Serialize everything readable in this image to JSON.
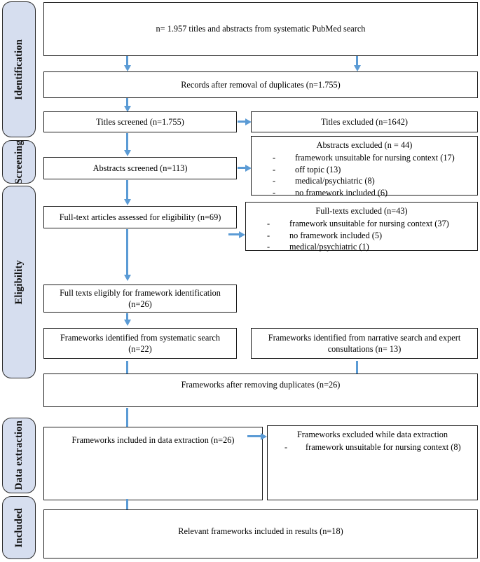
{
  "diagram": {
    "title": "PRISMA flow diagram of framework identification",
    "accent_color": "#5B9BD5",
    "stage_fill_color": "#D6DEEF",
    "box_border_color": "#1c1c1c"
  },
  "stages": [
    {
      "label": "Identification"
    },
    {
      "label": "Screening"
    },
    {
      "label": "Eligibility"
    },
    {
      "label": "Data extraction"
    },
    {
      "label": "Included"
    }
  ],
  "boxes": {
    "identification_records": {
      "text": "n= 1.957 titles and abstracts from systematic PubMed search"
    },
    "after_duplicates": {
      "text": "Records after removal of duplicates (n=1.755)"
    },
    "titles_screened": {
      "text": "Titles screened (n=1.755)"
    },
    "titles_excluded": {
      "text": "Titles excluded (n=1642)"
    },
    "abstracts_screened": {
      "text": "Abstracts screened (n=113)"
    },
    "abstracts_excluded": {
      "title": "Abstracts excluded (n = 44)",
      "reasons": [
        "framework unsuitable for nursing context (17)",
        "off topic (13)",
        "medical/psychiatric (8)",
        "no framework included (6)",
        ""
      ]
    },
    "fulltext_assessed": {
      "text": "Full-text articles assessed for eligibility (n=69)"
    },
    "fulltext_excluded": {
      "title": "Full-texts excluded (n=43)",
      "reasons": [
        "framework unsuitable for nursing context (37)",
        "no framework included (5)",
        "medical/psychiatric (1)"
      ]
    },
    "fulltext_eligible": {
      "line1": "Full texts eligibly for framework identification",
      "line2": "(n=26)"
    },
    "frameworks_systematic": {
      "line1": "Frameworks identified from systematic search",
      "line2": "(n=22)"
    },
    "frameworks_narrative": {
      "line1": "Frameworks identified from narrative search and expert",
      "line2": "consultations (n= 13)"
    },
    "frameworks_dedup": {
      "text": "Frameworks after removing duplicates (n=26)"
    },
    "data_extraction_included": {
      "text": "Frameworks included in data extraction (n=26)"
    },
    "data_extraction_excluded": {
      "title": "Frameworks excluded while data extraction",
      "reasons": [
        "framework unsuitable for nursing context (8)"
      ]
    },
    "relevant_included": {
      "text": "Relevant frameworks included in results (n=18)"
    }
  }
}
